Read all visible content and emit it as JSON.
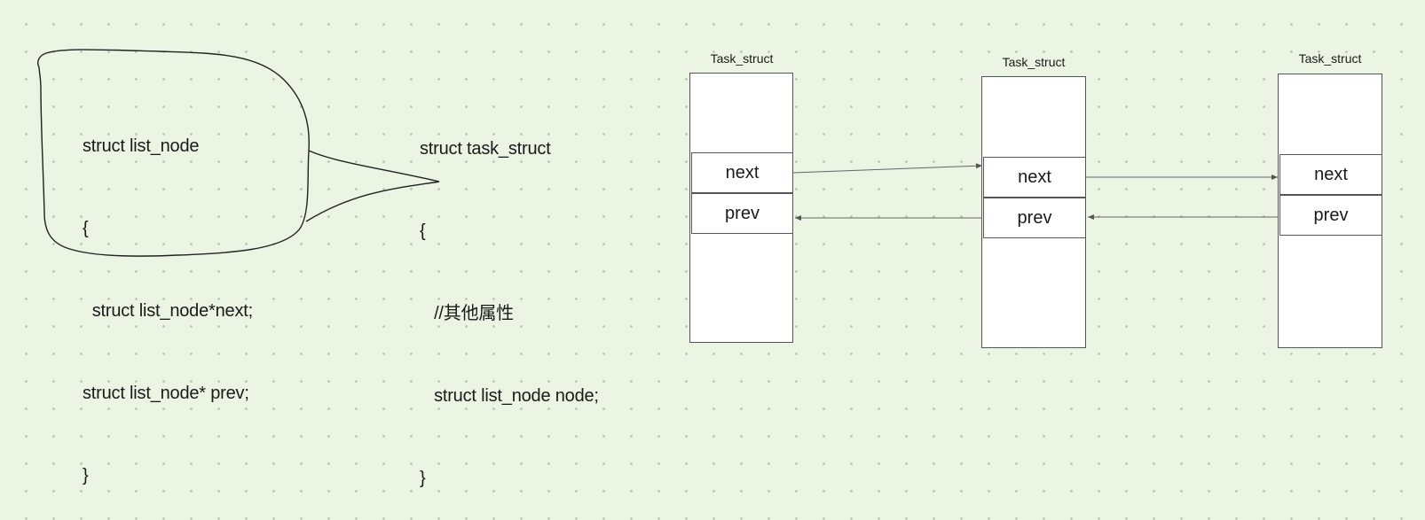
{
  "list_node_code": [
    "struct list_node",
    "{",
    "  struct list_node*next;",
    "struct list_node* prev;",
    "}"
  ],
  "task_struct_code": [
    "struct task_struct",
    "{",
    "   //其他属性",
    "   struct list_node node;",
    "}"
  ],
  "nodes": [
    {
      "title": "Task_struct",
      "next_label": "next",
      "prev_label": "prev"
    },
    {
      "title": "Task_struct",
      "next_label": "next",
      "prev_label": "prev"
    },
    {
      "title": "Task_struct",
      "next_label": "next",
      "prev_label": "prev"
    }
  ],
  "colors": {
    "background": "#ecf4e4",
    "grid_dot": "#b6c3ae",
    "box_fill": "#ffffff",
    "stroke": "#555555",
    "text": "#1a1a1a"
  }
}
